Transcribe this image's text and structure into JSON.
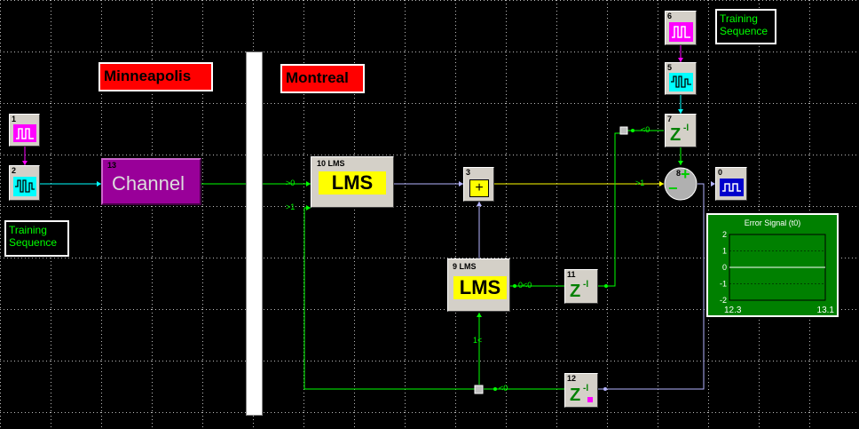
{
  "labels": {
    "left_site": "Minneapolis",
    "right_site": "Montreal"
  },
  "notes": {
    "top_line1": "Training",
    "top_line2": "Sequence",
    "left_line1": "Training",
    "left_line2": "Sequence"
  },
  "blocks": {
    "b0": {
      "num": "0",
      "icon": "sink-display-icon"
    },
    "b1": {
      "num": "1",
      "icon": "pulse-source-icon"
    },
    "b2": {
      "num": "2",
      "icon": "pn-sequence-icon"
    },
    "b3": {
      "num": "3",
      "text": "+"
    },
    "b5": {
      "num": "5",
      "icon": "pn-sequence-icon"
    },
    "b6": {
      "num": "6",
      "icon": "pulse-source-icon"
    },
    "b7": {
      "num": "7",
      "text": "Z",
      "sup": "-l"
    },
    "b8": {
      "num": "8",
      "icon": "summer-icon"
    },
    "b9": {
      "num": "9 LMS",
      "text": "LMS"
    },
    "b10": {
      "num": "10 LMS",
      "text": "LMS"
    },
    "b11": {
      "num": "11",
      "text": "Z",
      "sup": "-l"
    },
    "b12": {
      "num": "12",
      "text": "Z",
      "sup": "-l"
    },
    "b13": {
      "num": "13",
      "text": "Channel"
    }
  },
  "ports": {
    "p_a": ">0",
    "p_b": ">1",
    "p_c": ">1",
    "p_d": "<0",
    "p_e": "0<0",
    "p_f": "<0",
    "p_g": "1<"
  },
  "error_plot": {
    "title": "Error Signal (t0)",
    "y_ticks": [
      "2",
      "1",
      "0",
      "-1",
      "-2"
    ],
    "x_start": "12.3",
    "x_end": "13.1"
  },
  "chart_data": {
    "type": "line",
    "title": "Error Signal (t0)",
    "xlim": [
      12.3,
      13.1
    ],
    "ylim": [
      -2,
      2
    ],
    "y_ticks": [
      2,
      1,
      0,
      -1,
      -2
    ],
    "grid": true,
    "series": [
      {
        "x": [
          12.3,
          13.1
        ],
        "values": [
          0,
          0
        ]
      }
    ]
  },
  "colors": {
    "background": "#000000",
    "grid_dot": "#bbbbbb",
    "label_red": "#ff0000",
    "channel_purple": "#990099",
    "wire_green": "#00ff00",
    "wire_lavender": "#b4b4ff",
    "wire_cyan": "#00ffff",
    "wire_yellow": "#ffff00",
    "wire_magenta": "#ff00ff",
    "plot_green": "#008000"
  }
}
